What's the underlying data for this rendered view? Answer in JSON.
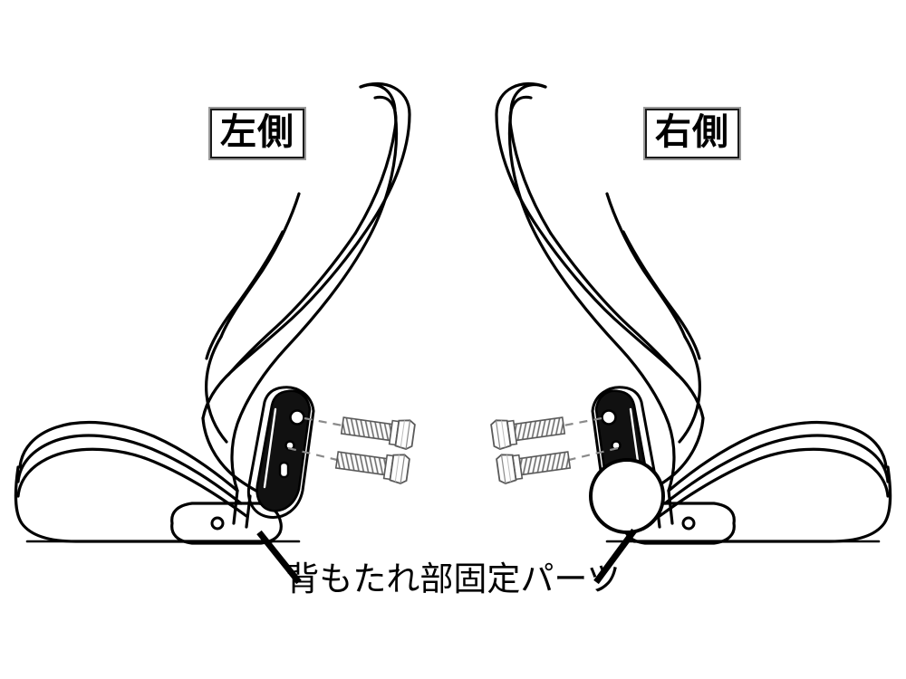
{
  "diagram": {
    "title": "背もたれ部固定パーツ",
    "background_color": "#ffffff",
    "line_color": "#000000",
    "guide_color": "#8a8a8a",
    "labels": {
      "left": "左側",
      "right": "右側"
    },
    "caption": "背もたれ部固定パーツ",
    "parts": {
      "bolt_label": "bolt",
      "bolt_count_left": 2,
      "bolt_count_right": 2,
      "bracket_label": "backrest-fixing-bracket",
      "recliner_dial_label": "recliner-dial"
    }
  }
}
